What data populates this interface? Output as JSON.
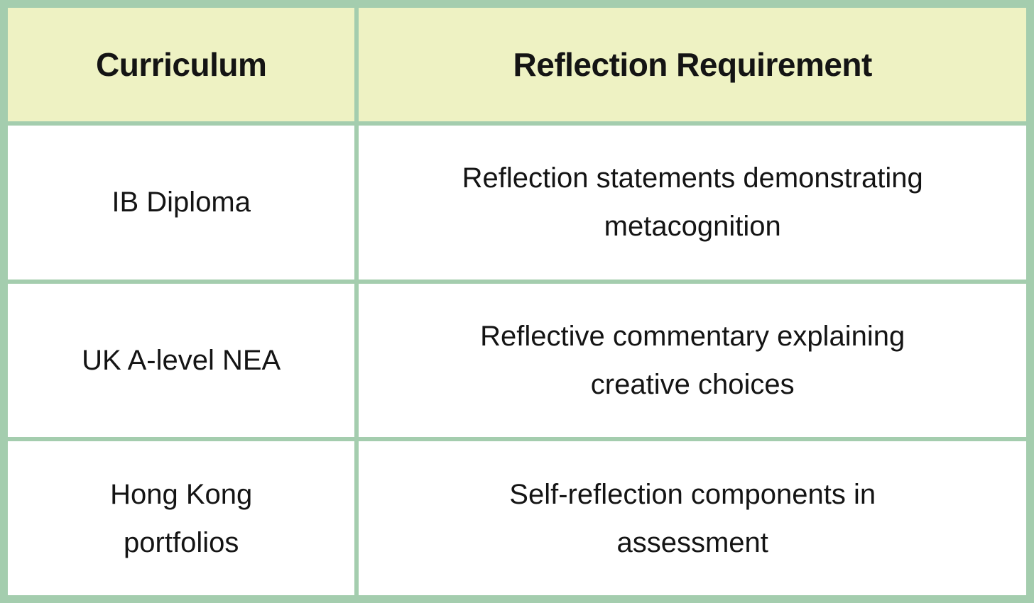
{
  "table": {
    "colors": {
      "gridline": "#a4cdae",
      "header_bg": "#eef2c3",
      "cell_bg": "#ffffff",
      "text": "#141414"
    },
    "columns": [
      {
        "label": "Curriculum"
      },
      {
        "label": "Reflection Requirement"
      }
    ],
    "rows": [
      {
        "curriculum": "IB Diploma",
        "requirement": "Reflection statements demonstrating\nmetacognition"
      },
      {
        "curriculum": "UK A-level NEA",
        "requirement": "Reflective commentary explaining\ncreative choices"
      },
      {
        "curriculum": "Hong Kong\nportfolios",
        "requirement": "Self-reflection components in\nassessment"
      }
    ]
  }
}
